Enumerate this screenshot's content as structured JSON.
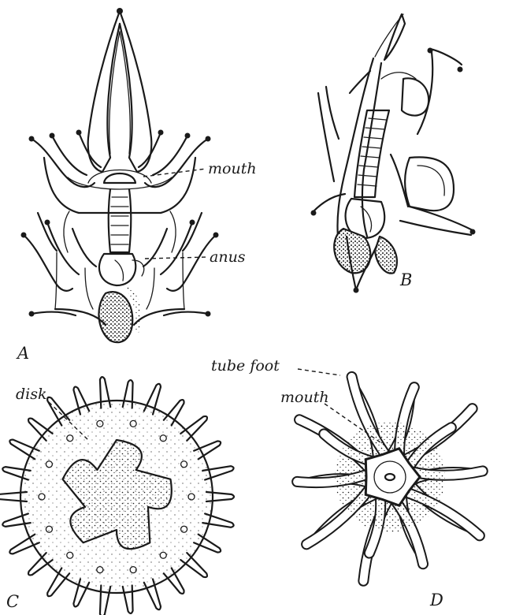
{
  "panels": {
    "a": {
      "letter": "A",
      "labels": {
        "mouth": "mouth",
        "anus": "anus"
      }
    },
    "b": {
      "letter": "B"
    },
    "c": {
      "letter": "C",
      "labels": {
        "disk": "disk"
      }
    },
    "d": {
      "letter": "D",
      "labels": {
        "tube_foot": "tube foot",
        "mouth": "mouth"
      }
    }
  },
  "colors": {
    "ink": "#1a1a1a",
    "paper": "#ffffff"
  }
}
